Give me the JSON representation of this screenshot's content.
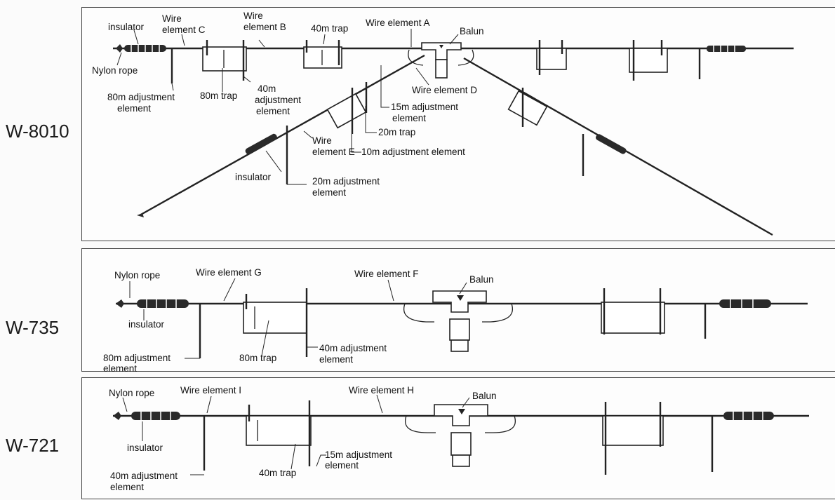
{
  "models": {
    "w8010": "W-8010",
    "w735": "W-735",
    "w721": "W-721"
  },
  "w8010": {
    "insulator_top": "insulator",
    "wire_c_1": "Wire",
    "wire_c_2": "element C",
    "wire_b_1": "Wire",
    "wire_b_2": "element B",
    "trap40": "40m trap",
    "wire_a": "Wire element A",
    "balun": "Balun",
    "nylon_rope": "Nylon rope",
    "adj80_1": "80m adjustment",
    "adj80_2": "element",
    "trap80": "80m trap",
    "adj40_1": "40m",
    "adj40_2": "adjustment",
    "adj40_3": "element",
    "wire_d": "Wire element D",
    "adj15_1": "15m adjustment",
    "adj15_2": "element",
    "trap20": "20m trap",
    "wire_e_1": "Wire",
    "wire_e_2": "element E",
    "adj10": "10m adjustment element",
    "insulator_bottom": "insulator",
    "adj20_1": "20m adjustment",
    "adj20_2": "element"
  },
  "w735": {
    "nylon_rope": "Nylon rope",
    "wire_g": "Wire element G",
    "wire_f": "Wire element F",
    "balun": "Balun",
    "insulator": "insulator",
    "adj80_1": "80m adjustment",
    "adj80_2": "element",
    "trap80": "80m trap",
    "adj40_1": "40m adjustment",
    "adj40_2": "element"
  },
  "w721": {
    "nylon_rope": "Nylon rope",
    "wire_i": "Wire element I",
    "wire_h": "Wire element H",
    "balun": "Balun",
    "insulator": "insulator",
    "adj40_1": "40m adjustment",
    "adj40_2": "element",
    "trap40": "40m trap",
    "adj15_1": "15m adjustment",
    "adj15_2": "element"
  }
}
